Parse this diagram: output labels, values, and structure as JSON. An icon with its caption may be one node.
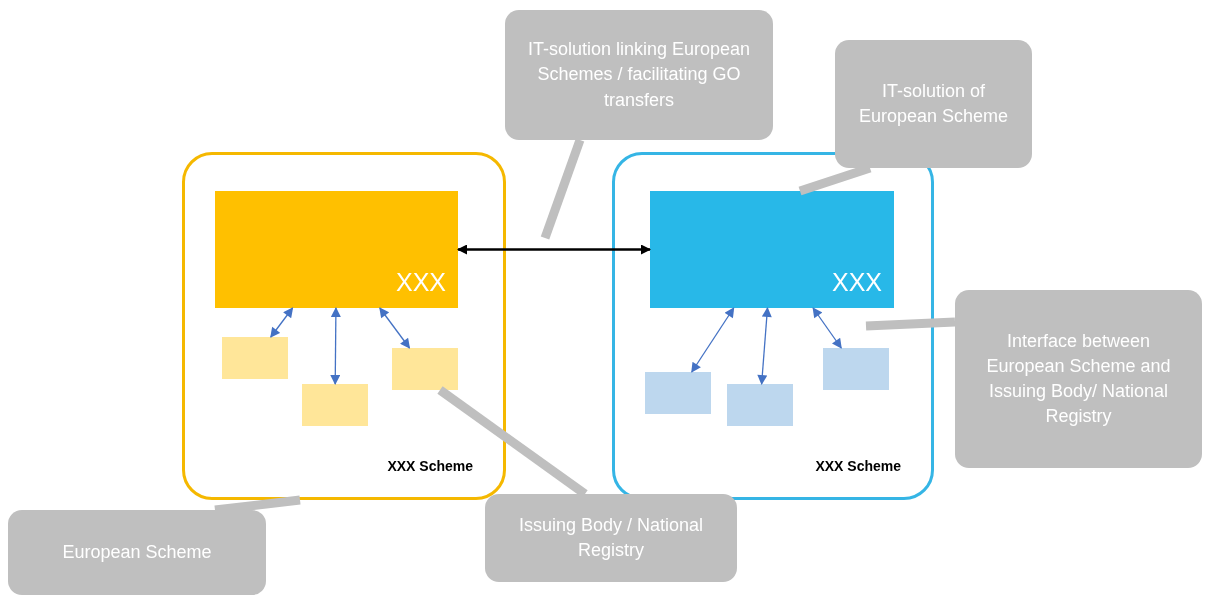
{
  "diagram": {
    "nodes": [
      {
        "text": [
          "XXX Scheme"
        ]
      },
      {
        "text": [
          "XXX"
        ],
        "in": 0
      },
      {
        "text": [],
        "shape": "box",
        "in": 0
      },
      {
        "text": [],
        "shape": "box",
        "in": 0
      },
      {
        "text": [],
        "shape": "box",
        "in": 0
      },
      {
        "text": [
          "XXX Scheme"
        ]
      },
      {
        "text": [
          "XXX"
        ],
        "in": 5
      },
      {
        "text": [],
        "shape": "box",
        "in": 5
      },
      {
        "text": [],
        "shape": "box",
        "in": 5
      },
      {
        "text": [],
        "shape": "box",
        "in": 5
      },
      {
        "text": [
          "IT-solution linking European Schemes / facilitating GO transfers"
        ]
      },
      {
        "text": [
          "IT-solution of European Scheme"
        ]
      },
      {
        "text": [
          "Interface between European Scheme and Issuing Body/ National Registry"
        ]
      },
      {
        "text": [
          "Issuing Body / National Registry"
        ]
      },
      {
        "text": [
          "European Scheme"
        ]
      }
    ],
    "edges": [
      {
        "from": 1,
        "to": 6,
        "arrow": "both",
        "color": "#000000"
      },
      {
        "from": 1,
        "to": 2,
        "arrow": "both"
      },
      {
        "from": 1,
        "to": 3,
        "arrow": "both"
      },
      {
        "from": 1,
        "to": 4,
        "arrow": "both"
      },
      {
        "from": 6,
        "to": 7,
        "arrow": "both"
      },
      {
        "from": 6,
        "to": 8,
        "arrow": "both"
      },
      {
        "from": 6,
        "to": 9,
        "arrow": "both"
      },
      {
        "from": 10,
        "to": null,
        "arrow": "none",
        "style": "thick",
        "color": "#bfbfbf"
      },
      {
        "from": 11,
        "to": 6,
        "arrow": "none",
        "style": "thick",
        "color": "#bfbfbf"
      },
      {
        "from": 12,
        "to": null,
        "arrow": "none",
        "style": "thick",
        "color": "#bfbfbf"
      },
      {
        "from": 13,
        "to": 4,
        "arrow": "none",
        "style": "thick",
        "color": "#bfbfbf"
      },
      {
        "from": 14,
        "to": 0,
        "arrow": "none",
        "style": "thick",
        "color": "#bfbfbf"
      }
    ]
  }
}
